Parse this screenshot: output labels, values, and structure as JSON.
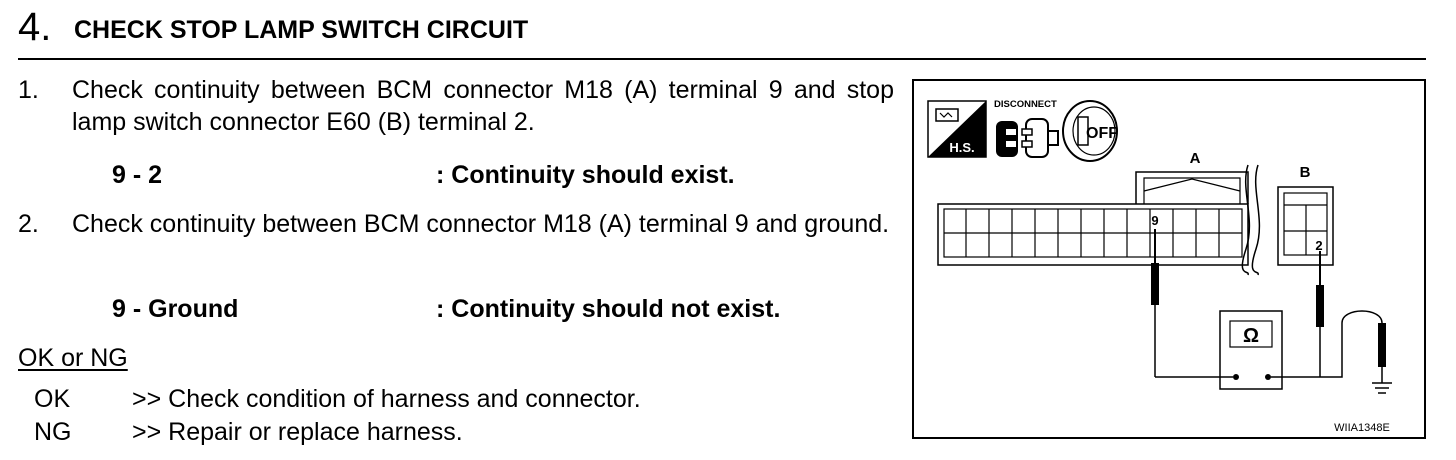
{
  "header": {
    "step_number": "4.",
    "title": "CHECK STOP LAMP SWITCH CIRCUIT"
  },
  "steps": [
    {
      "num": "1.",
      "text": "Check continuity between BCM connector M18 (A) terminal 9 and stop lamp switch connector E60 (B) terminal 2.",
      "spec_label": "9 - 2",
      "spec_value": ": Continuity should exist."
    },
    {
      "num": "2.",
      "text": "Check continuity between BCM connector M18 (A) terminal 9 and ground.",
      "spec_label": "9 - Ground",
      "spec_value": ": Continuity should not exist."
    }
  ],
  "ok_ng": {
    "heading": "OK or NG",
    "results": [
      {
        "code": "OK",
        "action": ">> Check condition of harness and connector."
      },
      {
        "code": "NG",
        "action": ">> Repair or replace harness."
      }
    ]
  },
  "figure": {
    "hs_label": "H.S.",
    "disconnect_label": "DISCONNECT",
    "off_label": "OFF",
    "connector_a_label": "A",
    "connector_b_label": "B",
    "terminal_a": "9",
    "terminal_b": "2",
    "ohm_symbol": "Ω",
    "figure_id": "WIIA1348E"
  }
}
